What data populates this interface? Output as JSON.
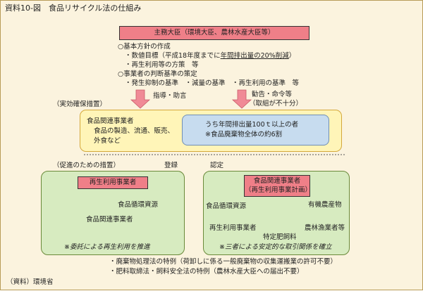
{
  "title": "資料10-図　食品リサイクル法の仕組み",
  "minister_box": "主務大臣（環境大臣、農林水産大臣等）",
  "policy": {
    "basic_policy": "○基本方針の作成",
    "target_prefix": "・数値目標（平成18年度までに",
    "target_underlined": "年間排出量の20%削減",
    "target_suffix": "）",
    "recycling_promotion": "・再生利用等の方策　等",
    "standards": "○事業者の判断基準の策定",
    "standards_items": "・発生抑制の基準　・減量の基準　・再生利用の基準　等"
  },
  "arrow_left_label": "指導・助言",
  "arrow_right_label1": "勧告・命令等",
  "arrow_right_label2": "（取組が不十分）",
  "enforcement_label": "（実効確保措置）",
  "food_business": {
    "title": "食品関連事業者",
    "line1": "食品の製造、流通、販売、",
    "line2": "外食など"
  },
  "large_emitters": {
    "line1": "うち年間排出量100ｔ以上の者",
    "line2": "※食品廃棄物全体の約6割"
  },
  "promotion_label": "（促進のための措置）",
  "registration_label": "登録",
  "certification_label": "認定",
  "left_panel": {
    "box": "再生利用事業者",
    "resource": "食品循環資源",
    "source": "食品関連事業者",
    "caption": "※委託による再生利用を推進"
  },
  "right_panel": {
    "box_line1": "食品関連事業者",
    "box_line2": "（再生利用事業計画）",
    "resource": "食品循環資源",
    "organic": "有機農産物",
    "recycler": "再生利用事業者",
    "fertilizer": "特定肥飼料",
    "farmer": "農林漁業者等",
    "caption": "※三者による安定的な取引関係を確立"
  },
  "special_measures": [
    "・廃棄物処理法の特例（荷卸しに係る一般廃棄物の収集運搬業の許可不要）",
    "・肥料取締法・飼料安全法の特例（農林水産大臣への届出不要）"
  ],
  "source": "（資料）環境省",
  "colors": {
    "background": "#fbf3de",
    "minister_box": "#ef7f88",
    "arrow": "#f08a96",
    "yellow_box": "#fff5b8",
    "blue_box": "#c7dcef",
    "green_panel": "#d7ebc0",
    "cycle_arrow": "#9aa8cf"
  }
}
